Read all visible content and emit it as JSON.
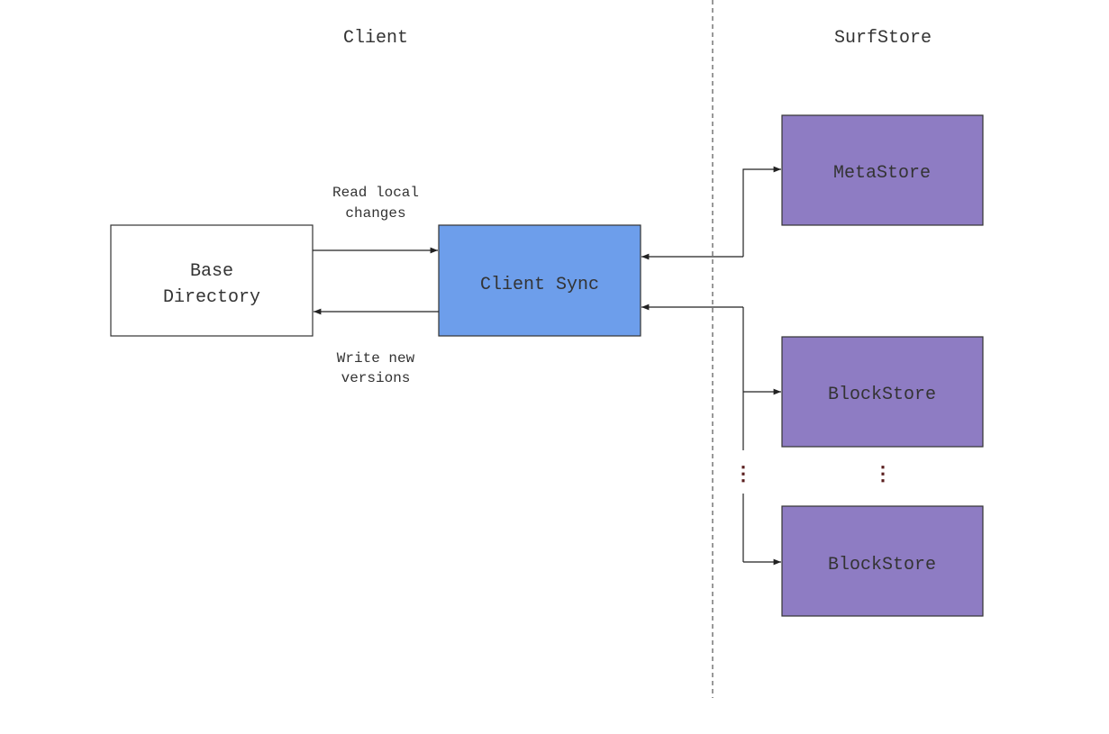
{
  "sections": {
    "client": "Client",
    "server": "SurfStore"
  },
  "nodes": {
    "base_directory": {
      "line1": "Base",
      "line2": "Directory"
    },
    "client_sync": "Client Sync",
    "metastore": "MetaStore",
    "blockstore_1": "BlockStore",
    "blockstore_2": "BlockStore"
  },
  "edges": {
    "read_local_changes": {
      "line1": "Read local",
      "line2": "changes"
    },
    "write_new_versions": {
      "line1": "Write new",
      "line2": "versions"
    }
  },
  "ellipsis": "⋮",
  "colors": {
    "client_sync_fill": "#6d9eeb",
    "store_fill": "#8e7cc3",
    "base_fill": "#ffffff",
    "stroke": "#333333"
  }
}
